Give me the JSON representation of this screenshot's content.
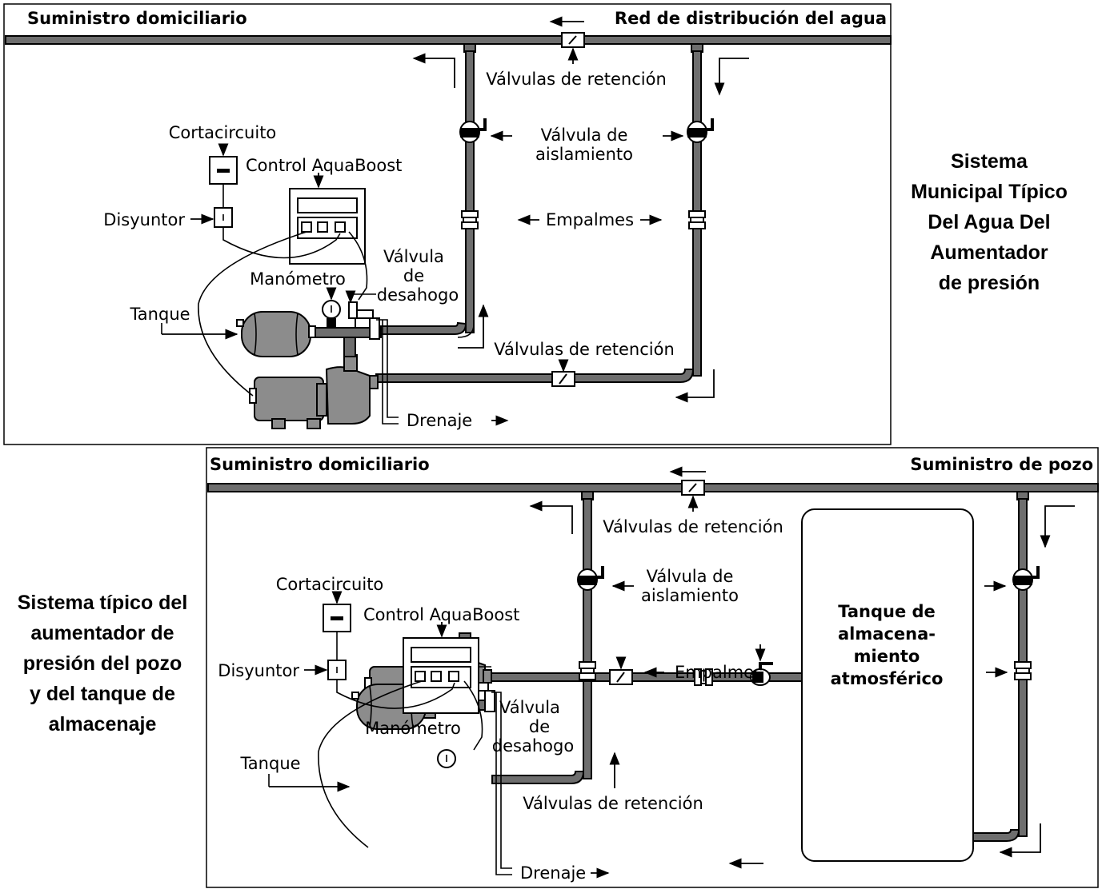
{
  "diagram_top": {
    "supply_label": "Suministro domiciliario",
    "source_label": "Red de distribución del agua",
    "check_valves_top": "Válvulas de retención",
    "isolation_valve_line1": "Válvula de",
    "isolation_valve_line2": "aislamiento",
    "breaker": "Cortacircuito",
    "control": "Control AquaBoost",
    "disconnect": "Disyuntor",
    "unions": "Empalmes",
    "relief_line1": "Válvula",
    "relief_line2": "de",
    "relief_line3": "desahogo",
    "gauge": "Manómetro",
    "tank": "Tanque",
    "check_valves_bottom": "Válvulas de retención",
    "drain": "Drenaje",
    "title_lines": [
      "Sistema",
      "Municipal Típico",
      "Del Agua Del",
      "Aumentador",
      "de presión"
    ]
  },
  "diagram_bottom": {
    "supply_label": "Suministro domiciliario",
    "source_label": "Suministro de pozo",
    "check_valves_top": "Válvulas de retención",
    "isolation_valve_line1": "Válvula de",
    "isolation_valve_line2": "aislamiento",
    "breaker": "Cortacircuito",
    "control": "Control AquaBoost",
    "disconnect": "Disyuntor",
    "unions": "Empalmes",
    "relief_line1": "Válvula",
    "relief_line2": "de",
    "relief_line3": "desahogo",
    "gauge": "Manómetro",
    "tank": "Tanque",
    "check_valves_bottom": "Válvulas de retención",
    "drain": "Drenaje",
    "storage_tank_lines": [
      "Tanque de",
      "almacena-",
      "miento",
      "atmosférico"
    ],
    "title_lines": [
      "Sistema típico del",
      "aumentador de",
      "presión del pozo",
      "y del tanque de",
      "almacenaje"
    ]
  }
}
